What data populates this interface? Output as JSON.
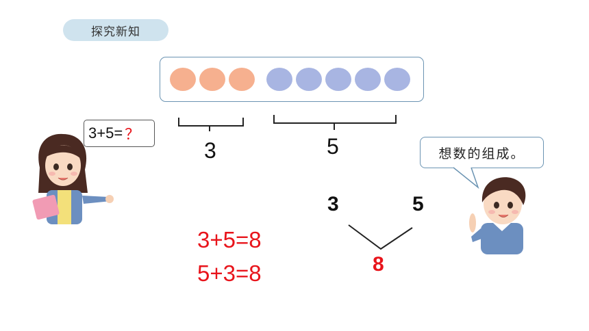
{
  "section": {
    "title": "探究新知"
  },
  "counters": {
    "orange_count": 3,
    "blue_count": 5
  },
  "brace_labels": {
    "left": "3",
    "right": "5"
  },
  "girl": {
    "question_prefix": "3+5=",
    "question_mark": "？"
  },
  "boy": {
    "speech": "想数的组成。"
  },
  "composition": {
    "left": "3",
    "right": "5",
    "total": "8"
  },
  "equations": [
    "3+5=8",
    "5+3=8"
  ],
  "colors": {
    "orange_counter": "#f6b08f",
    "blue_counter": "#a8b5e2",
    "answer_red": "#e8141b",
    "pill_bg": "#cfe3ee"
  }
}
